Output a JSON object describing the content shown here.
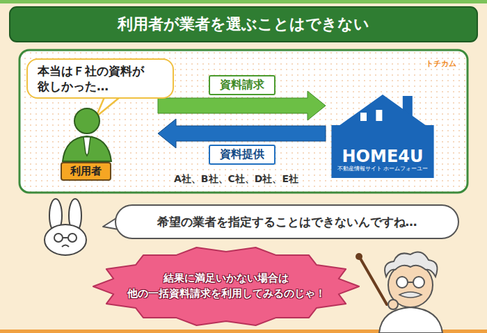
{
  "diagram": {
    "title": "利用者が業者を選ぶことはできない",
    "nodes": [
      {
        "text": [
          "本当はＦ社の資料が 欲しかった…"
        ]
      },
      {
        "text": [
          "利用者"
        ]
      },
      {
        "text": [
          "HOME4U",
          "不動産情報サイト ホームフォーユー"
        ]
      },
      {
        "text": [
          "希望の業者を指定することはできないんですね…"
        ]
      },
      {
        "text": [
          "結果に満足いかない場合は 他の一括資料請求を利用してみるのじゃ！"
        ]
      }
    ],
    "edges": [
      {
        "from": 1,
        "to": 2,
        "label": "資料請求",
        "arrow": "to"
      },
      {
        "from": 2,
        "to": 1,
        "label": "資料提供",
        "arrow": "to"
      }
    ],
    "labels": [
      "A社、B社、C社、D社、E社",
      "トチカム"
    ]
  }
}
